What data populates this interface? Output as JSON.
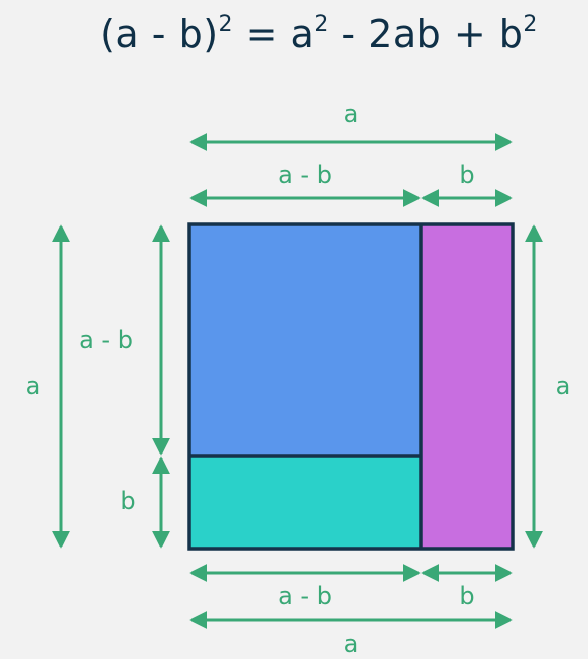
{
  "formula": {
    "part1": "(a - b)",
    "exp1": "2",
    "part2": " = a",
    "exp2": "2",
    "part3": " - 2ab + b",
    "exp3": "2"
  },
  "labels": {
    "top_a": "a",
    "top_a_minus_b": "a - b",
    "top_b": "b",
    "left_a": "a",
    "left_a_minus_b": "a - b",
    "left_b": "b",
    "right_a": "a",
    "bottom_a_minus_b": "a - b",
    "bottom_b": "b",
    "bottom_a": "a"
  },
  "colors": {
    "arrow": "#3aa876",
    "outline": "#15324a",
    "region_a_minus_b_squared": "#5a96ec",
    "region_bottom": "#2ad1c9",
    "region_right": "#c86ee0",
    "text": "#0f3047",
    "background": "#f2f2f2"
  }
}
